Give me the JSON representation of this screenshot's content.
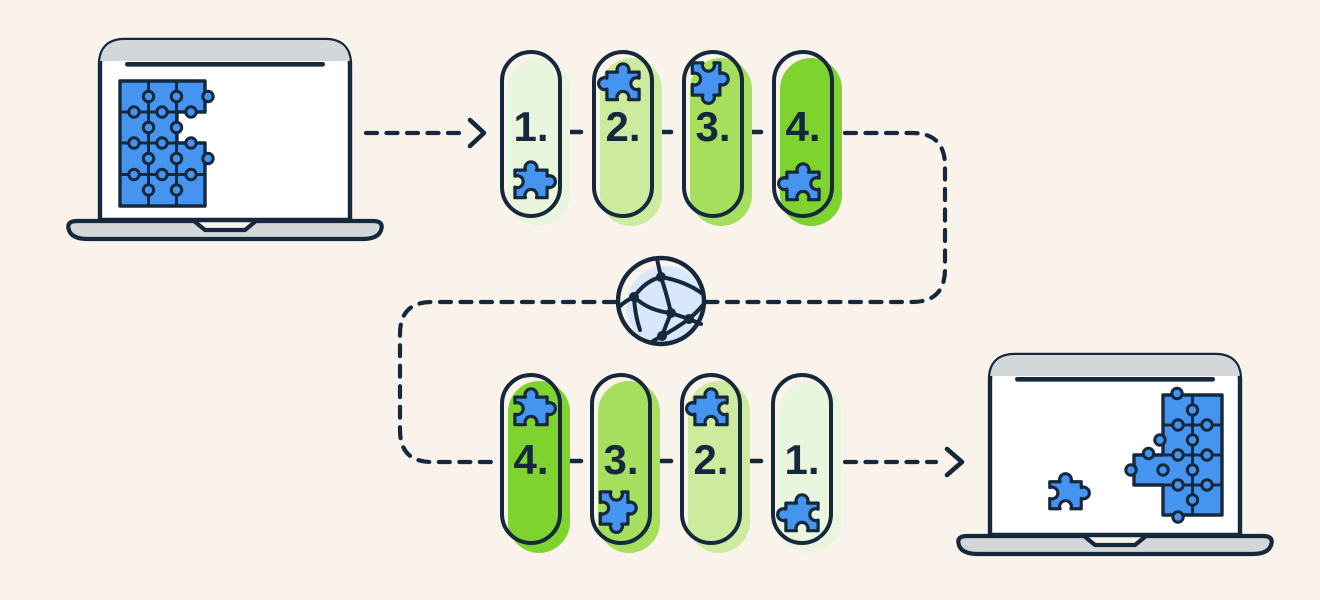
{
  "colors": {
    "background": "#faf3ec",
    "outline": "#15283c",
    "puzzle_blue": "#4594f0",
    "laptop_gray": "#d4d7d9",
    "screen_white": "#ffffff",
    "globe_blue": "#d8e8fa",
    "green_pale": "#e9f5dc",
    "green_light": "#cdeb9e",
    "green_medium": "#a6df5e",
    "green_vivid": "#7fd32e"
  },
  "packets": {
    "top": [
      {
        "label": "1.",
        "color": "#e9f5dc",
        "puzzle": "bottom"
      },
      {
        "label": "2.",
        "color": "#cdeb9e",
        "puzzle": "top"
      },
      {
        "label": "3.",
        "color": "#a6df5e",
        "puzzle": "top"
      },
      {
        "label": "4.",
        "color": "#7fd32e",
        "puzzle": "bottom"
      }
    ],
    "bottom": [
      {
        "label": "4.",
        "color": "#7fd32e",
        "puzzle": "top"
      },
      {
        "label": "3.",
        "color": "#a6df5e",
        "puzzle": "bottom"
      },
      {
        "label": "2.",
        "color": "#cdeb9e",
        "puzzle": "top"
      },
      {
        "label": "1.",
        "color": "#e9f5dc",
        "puzzle": "bottom"
      }
    ]
  },
  "icons": {
    "sender": "laptop-icon",
    "receiver": "laptop-icon",
    "network": "globe-network-icon",
    "packet_piece": "puzzle-piece-icon",
    "flow": "dashed-arrow-icon"
  }
}
